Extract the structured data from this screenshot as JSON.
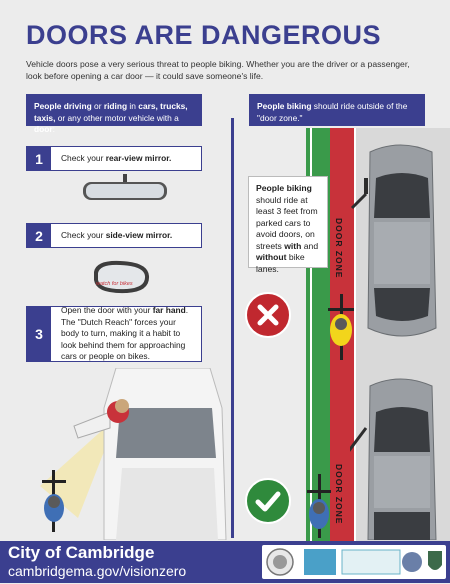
{
  "header": {
    "title": "DOORS ARE DANGEROUS",
    "intro": "Vehicle doors pose a very serious threat to people biking. Whether you are the driver or a passenger, look before opening a car door — it could save someone's life."
  },
  "left_box": {
    "parts": [
      "People driving",
      " or ",
      "riding",
      " in ",
      "cars, trucks, taxis,",
      " or any other motor vehicle with a ",
      "door",
      ":"
    ]
  },
  "right_box": {
    "parts": [
      "People biking",
      " should ride outside of the \"door zone.\""
    ]
  },
  "steps": [
    {
      "num": "1",
      "pre": "Check your ",
      "bold": "rear-view mirror.",
      "post": ""
    },
    {
      "num": "2",
      "pre": "Check your ",
      "bold": "side-view mirror.",
      "post": ""
    },
    {
      "num": "3",
      "pre": "Open the door with your ",
      "bold": "far hand",
      "post": ". The \"Dutch Reach\" forces your body to turn, making it a habit to look behind them for approaching cars or people on bikes."
    }
  ],
  "mirror_text": "watch for bikes",
  "callout": {
    "bold1": "People biking",
    "t1": " should ride at least 3 feet from parked cars to avoid doors, on streets ",
    "bold2": "with",
    "t2": " and ",
    "bold3": "without",
    "t3": " bike lanes."
  },
  "door_zone_label": "DOOR ZONE",
  "footer": {
    "city": "City of Cambridge",
    "url": "cambridgema.gov/visionzero"
  },
  "colors": {
    "navy": "#3b3f8f",
    "green": "#3a9a4a",
    "red_lane": "#c8323a",
    "x_red": "#c0282f",
    "check_green": "#2f8a3c",
    "bike_yellow": "#f2d51b",
    "bike_blue": "#3f6fb5"
  }
}
